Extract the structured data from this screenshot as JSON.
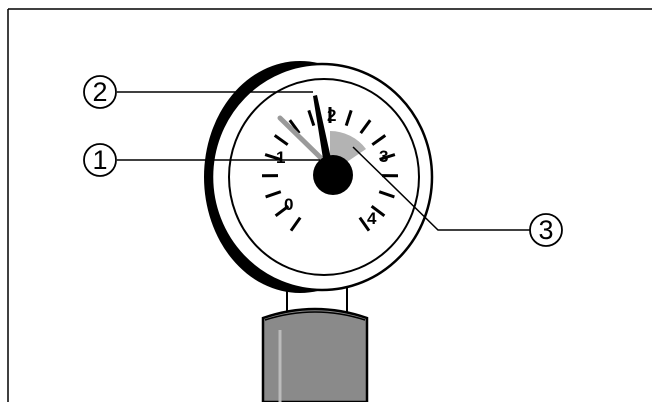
{
  "gauge": {
    "scale_labels": [
      "0",
      "1",
      "2",
      "3",
      "4"
    ],
    "colors": {
      "line": "#000000",
      "zone": "#b3b3b3",
      "pipe": "#8a8a8a",
      "background": "#ffffff"
    }
  },
  "callouts": [
    {
      "number": "1",
      "target": "pressure-pointer"
    },
    {
      "number": "2",
      "target": "adjustable-marker-pointer"
    },
    {
      "number": "3",
      "target": "green-zone-sector"
    }
  ]
}
